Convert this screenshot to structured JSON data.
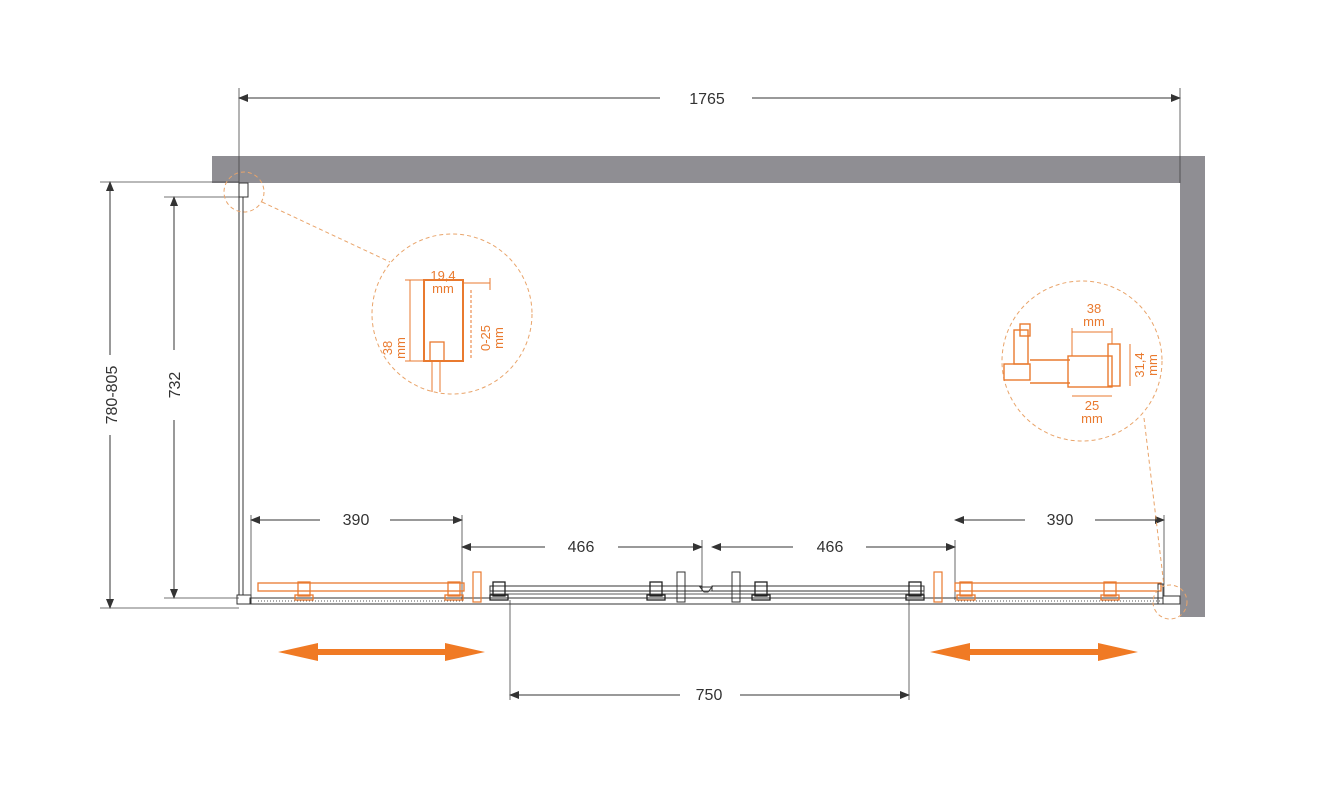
{
  "dimensions": {
    "total_width": "1765",
    "depth_range": "780-805",
    "inner_depth": "732",
    "left_panel": "390",
    "left_door": "466",
    "right_door": "466",
    "right_panel": "390",
    "opening": "750"
  },
  "detail_left": {
    "width": "19,4",
    "width_unit": "mm",
    "height": "38",
    "height_unit": "mm",
    "adjust": "0-25",
    "adjust_unit": "mm"
  },
  "detail_right": {
    "top": "38",
    "top_unit": "mm",
    "side": "31,4",
    "side_unit": "mm",
    "bottom": "25",
    "bottom_unit": "mm"
  },
  "colors": {
    "wall": "#8f8e93",
    "accent": "#e97a2f",
    "line": "#333333"
  }
}
